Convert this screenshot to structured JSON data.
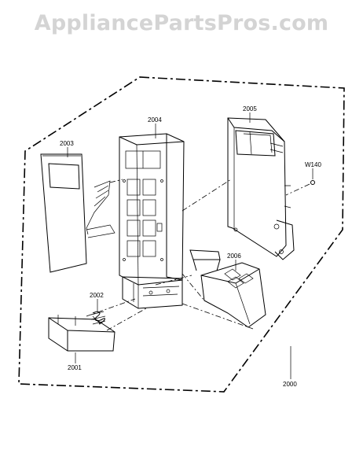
{
  "watermark": "AppliancePartsPros.com",
  "parts": {
    "p2000": "2000",
    "p2001": "2001",
    "p2002": "2002",
    "p2003": "2003",
    "p2004": "2004",
    "p2005": "2005",
    "p2006": "2006",
    "w140": "W140"
  }
}
